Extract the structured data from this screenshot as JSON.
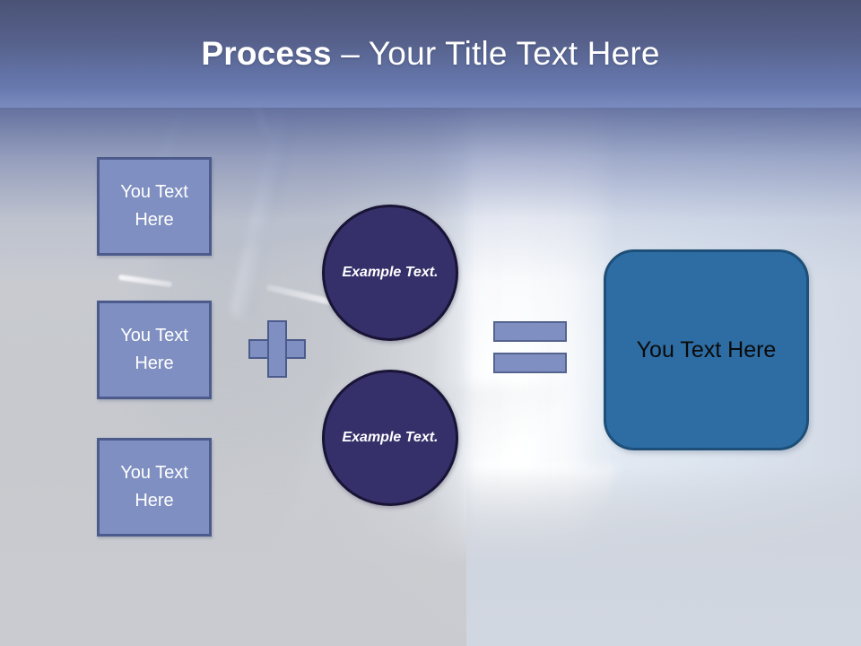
{
  "slide": {
    "title": {
      "bold_part": "Process",
      "rest_part": " – Your Title Text Here"
    }
  },
  "inputs": [
    {
      "label": "You Text Here"
    },
    {
      "label": "You Text Here"
    },
    {
      "label": "You Text Here"
    }
  ],
  "operators": {
    "plus": "plus-sign",
    "equals": "equals-sign"
  },
  "circles": [
    {
      "label": "Example Text."
    },
    {
      "label": "Example Text."
    }
  ],
  "result": {
    "label": "You Text Here"
  },
  "colors": {
    "header_top": "#4a5376",
    "header_bottom": "#6d80b8",
    "input_fill": "#7f8fc1",
    "input_border": "#4c5b8c",
    "circle_fill": "#35306a",
    "circle_border": "#191436",
    "result_fill": "#2d6da3",
    "result_border": "#1d4f78",
    "slide_background": "#c9cbd0",
    "title_text": "#ffffff"
  }
}
